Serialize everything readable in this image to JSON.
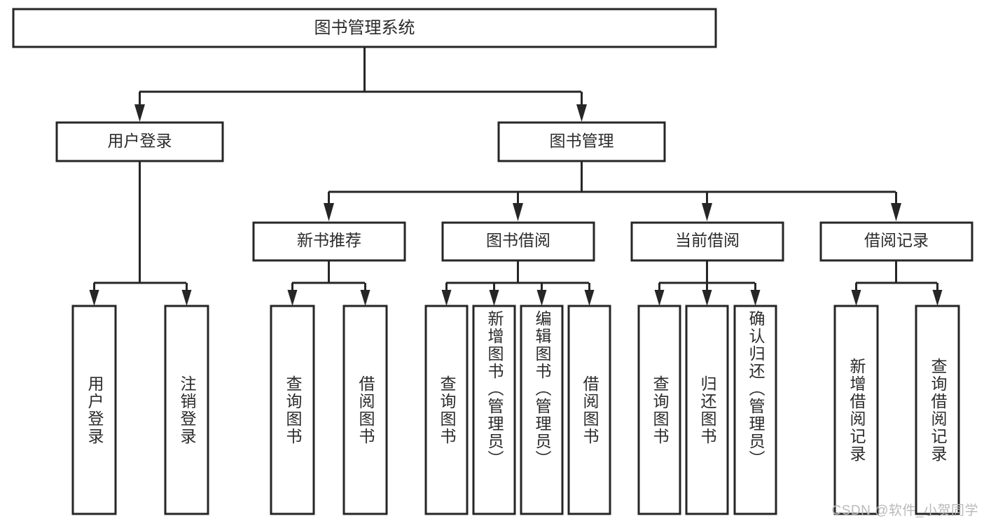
{
  "diagram": {
    "type": "tree",
    "title": "图书管理系统",
    "watermark": "CSDN @软件_小贺同学",
    "colors": {
      "stroke": "#262626",
      "box_fill": "#ffffff",
      "text": "#2b2b2b",
      "background": "#ffffff",
      "watermark": "#b9b9b9"
    },
    "root": {
      "label": "图书管理系统"
    },
    "level2": [
      {
        "label": "用户登录"
      },
      {
        "label": "图书管理"
      }
    ],
    "level3": [
      {
        "label": "新书推荐"
      },
      {
        "label": "图书借阅"
      },
      {
        "label": "当前借阅"
      },
      {
        "label": "借阅记录"
      }
    ],
    "leaves": {
      "user_login": [
        {
          "label": "用户登录"
        },
        {
          "label": "注销登录"
        }
      ],
      "new_book_recommend": [
        {
          "label": "查询图书"
        },
        {
          "label": "借阅图书"
        }
      ],
      "book_borrow": [
        {
          "label": "查询图书"
        },
        {
          "label": "新增图书（管理员）"
        },
        {
          "label": "编辑图书（管理员）"
        },
        {
          "label": "借阅图书"
        }
      ],
      "current_borrow": [
        {
          "label": "查询图书"
        },
        {
          "label": "归还图书"
        },
        {
          "label": "确认归还（管理员）"
        }
      ],
      "borrow_record": [
        {
          "label": "新增借阅记录"
        },
        {
          "label": "查询借阅记录"
        }
      ]
    }
  }
}
